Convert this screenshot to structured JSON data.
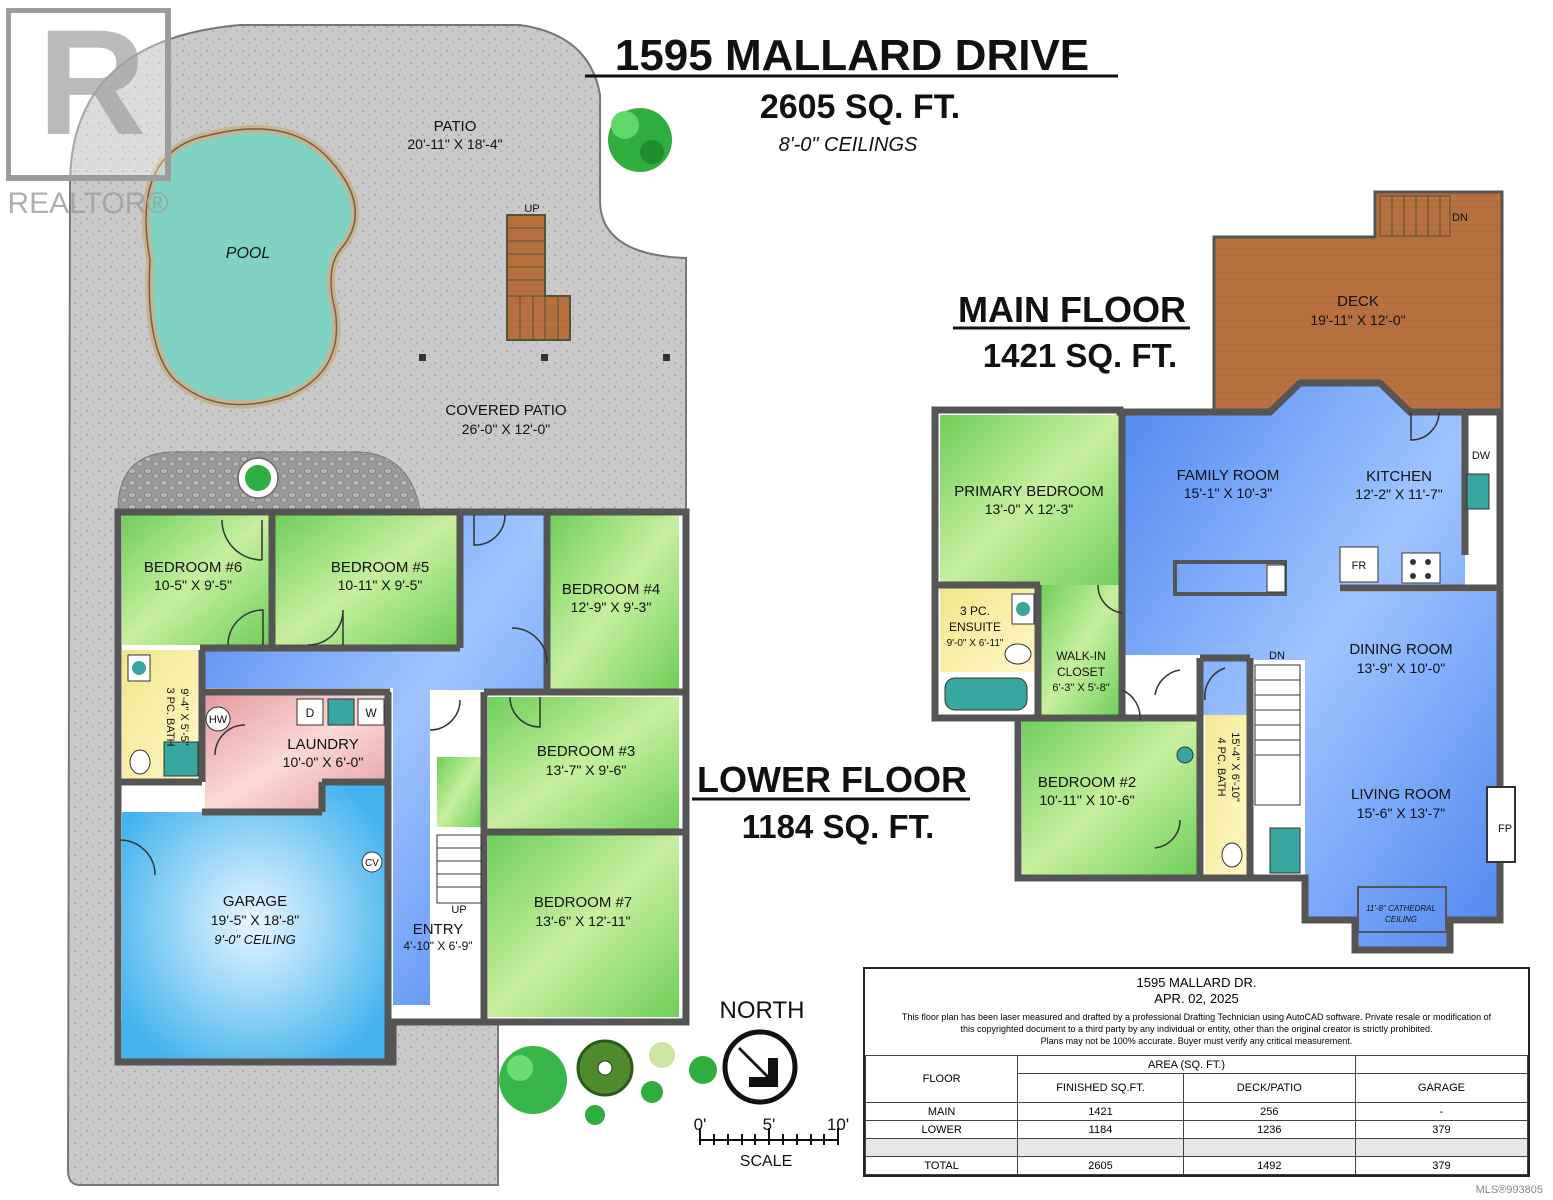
{
  "watermark": {
    "brand": "REALTOR®",
    "listing_id": "MLS®993805"
  },
  "header": {
    "address": "1595 MALLARD DRIVE",
    "total_area": "2605 SQ. FT.",
    "ceilings": "8'-0\" CEILINGS"
  },
  "main_floor": {
    "title": "MAIN FLOOR",
    "area": "1421 SQ. FT."
  },
  "lower_floor": {
    "title": "LOWER FLOOR",
    "area": "1184 SQ. FT."
  },
  "outdoor": {
    "patio": {
      "name": "PATIO",
      "dims": "20'-11\" X 18'-4\""
    },
    "pool": "POOL",
    "covered_patio": {
      "name": "COVERED PATIO",
      "dims": "26'-0\" X 12'-0\""
    },
    "stairs_up": "UP",
    "deck": {
      "name": "DECK",
      "dims": "19'-11\" X 12'-0\""
    },
    "deck_stairs": "DN"
  },
  "lower_rooms": {
    "bedroom6": {
      "name": "BEDROOM #6",
      "dims": "10-5\" X 9'-5\""
    },
    "bedroom5": {
      "name": "BEDROOM #5",
      "dims": "10-11\" X 9'-5\""
    },
    "bedroom4": {
      "name": "BEDROOM #4",
      "dims": "12'-9\" X 9'-3\""
    },
    "bath": {
      "name": "3 PC. BATH",
      "dims": "9'-4\" X 5'-5\""
    },
    "laundry": {
      "name": "LAUNDRY",
      "dims": "10'-0\" X 6'-0\""
    },
    "bedroom3": {
      "name": "BEDROOM #3",
      "dims": "13'-7\" X 9'-6\""
    },
    "garage": {
      "name": "GARAGE",
      "dims": "19'-5\" X 18'-8\"",
      "note": "9'-0\" CEILING"
    },
    "entry": {
      "name": "ENTRY",
      "dims": "4'-10\" X 6'-9\""
    },
    "bedroom7": {
      "name": "BEDROOM #7",
      "dims": "13'-6\" X 12'-11\""
    },
    "hw": "HW",
    "dryer": "D",
    "washer": "W",
    "cv": "CV",
    "stairs_up": "UP"
  },
  "main_rooms": {
    "primary": {
      "name": "PRIMARY BEDROOM",
      "dims": "13'-0\" X 12'-3\""
    },
    "family": {
      "name": "FAMILY ROOM",
      "dims": "15'-1\" X 10'-3\""
    },
    "kitchen": {
      "name": "KITCHEN",
      "dims": "12'-2\" X 11'-7\""
    },
    "ensuite": {
      "name1": "3 PC.",
      "name2": "ENSUITE",
      "dims": "9'-0\" X 6'-11\""
    },
    "closet": {
      "name1": "WALK-IN",
      "name2": "CLOSET",
      "dims": "6'-3\" X 5'-8\""
    },
    "dining": {
      "name": "DINING ROOM",
      "dims": "13'-9\" X 10'-0\""
    },
    "bedroom2": {
      "name": "BEDROOM #2",
      "dims": "10'-11\" X 10'-6\""
    },
    "bath": {
      "name": "4 PC. BATH",
      "dims": "15'-4\" X 6'-10\""
    },
    "living": {
      "name": "LIVING ROOM",
      "dims": "15'-6\" X 13'-7\""
    },
    "cathedral": {
      "line1": "11'-8\" CATHEDRAL",
      "line2": "CEILING"
    },
    "dw": "DW",
    "fr": "FR",
    "fp": "FP",
    "stairs_dn": "DN"
  },
  "compass": {
    "label": "NORTH"
  },
  "scale": {
    "label": "SCALE",
    "ticks": [
      "0'",
      "5'",
      "10'"
    ]
  },
  "summary": {
    "address": "1595 MALLARD DR.",
    "date": "APR. 02, 2025",
    "note1": "This floor plan has been laser measured and drafted by a professional Drafting Technician using AutoCAD software. Private resale or modification of",
    "note2": "this copyrighted document to a third party by any individual or entity, other than the original creator is strictly prohibited.",
    "note3": "Plans may not be 100% accurate.  Buyer must verify any critical measurement.",
    "area_header": "AREA (SQ. FT.)",
    "columns": [
      "FLOOR",
      "FINISHED SQ.FT.",
      "DECK/PATIO",
      "GARAGE"
    ],
    "rows": [
      [
        "MAIN",
        "1421",
        "256",
        "-"
      ],
      [
        "LOWER",
        "1184",
        "1236",
        "379"
      ],
      [
        "TOTAL",
        "2605",
        "1492",
        "379"
      ]
    ]
  }
}
